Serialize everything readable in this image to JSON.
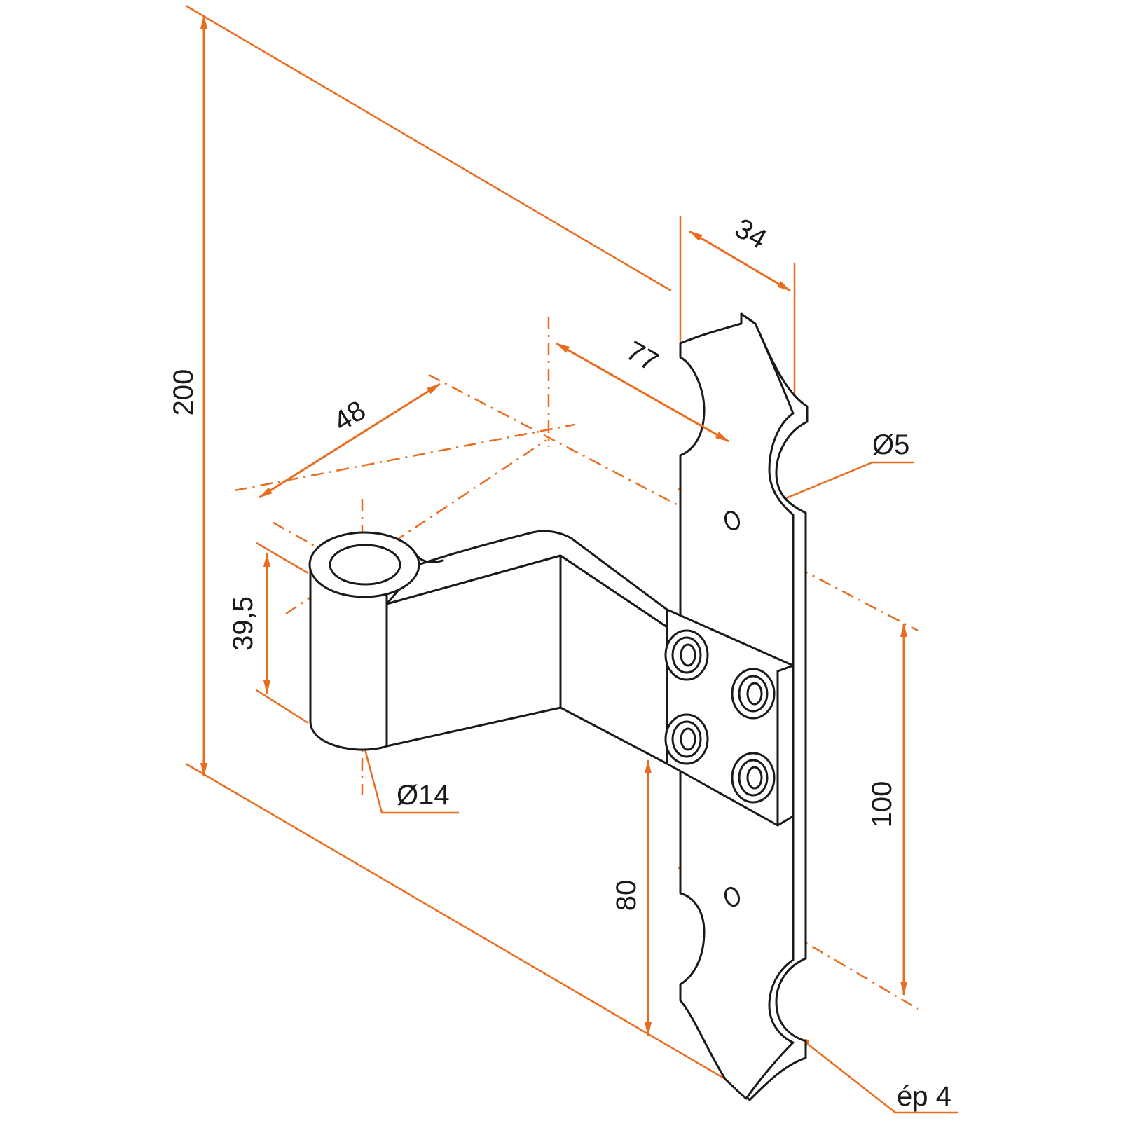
{
  "colors": {
    "dimension": "#ea6c1f",
    "outline": "#1a1a1a",
    "background": "#ffffff"
  },
  "part": {
    "description_icon": "hinge-leaf-with-pin-knuckle-and-back-plate"
  },
  "dimensions": {
    "overall_height": "200",
    "plate_width": "34",
    "arm_projection": "77",
    "knuckle_offset": "48",
    "knuckle_height": "39,5",
    "knuckle_diameter": "Ø14",
    "screw_hole_diameter": "Ø5",
    "hole_spacing": "100",
    "arm_height_from_bottom": "80",
    "plate_thickness": "ép 4"
  }
}
